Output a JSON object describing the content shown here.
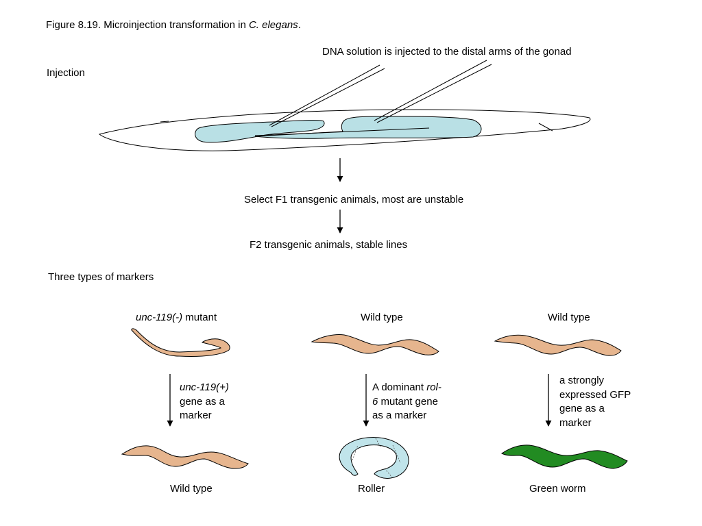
{
  "figure": {
    "caption_prefix": "Figure 8.19.  Microinjection transformation in ",
    "caption_species": "C. elegans",
    "caption_suffix": "."
  },
  "injection": {
    "label": "Injection",
    "note": "DNA solution is injected to the distal arms of the gonad"
  },
  "steps": {
    "f1": "Select F1 transgenic animals, most are unstable",
    "f2": "F2 transgenic animals, stable lines"
  },
  "markers": {
    "heading": "Three types of markers",
    "col1": {
      "top_italic": "unc-119(-)",
      "top_rest": " mutant",
      "desc_italic": "unc-119(+)",
      "desc_l2": "gene as a",
      "desc_l3": "marker",
      "result": "Wild type"
    },
    "col2": {
      "top": "Wild type",
      "desc_l1": "A dominant ",
      "desc_l1_italic": "rol-",
      "desc_l2_italic": "6",
      "desc_l2_rest": " mutant gene",
      "desc_l3": "as a marker",
      "result": "Roller"
    },
    "col3": {
      "top": "Wild type",
      "desc_l1": "a strongly",
      "desc_l2": "expressed GFP",
      "desc_l3": "gene as a",
      "desc_l4": "marker",
      "result": "Green worm"
    }
  },
  "colors": {
    "gonad": "#b9e0e5",
    "worm_tan": "#e6b58e",
    "roller": "#c0e4ea",
    "green_worm": "#228b22"
  }
}
